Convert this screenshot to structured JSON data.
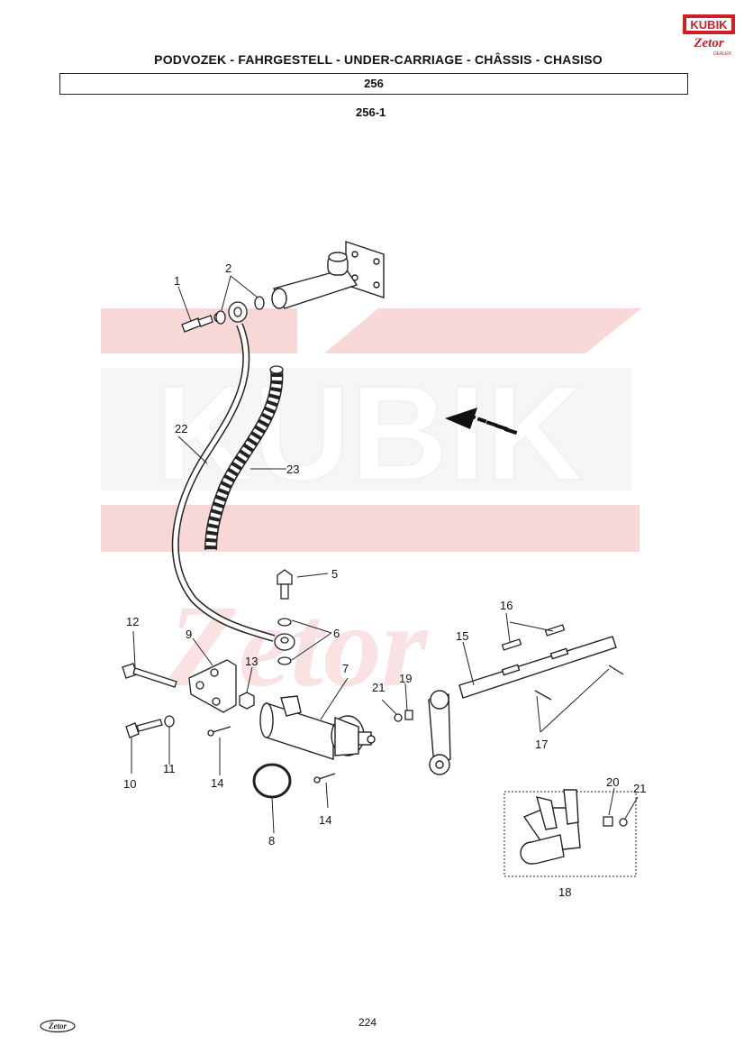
{
  "header": {
    "title": "PODVOZEK - FAHRGESTELL - UNDER-CARRIAGE - CHÂSSIS - CHASISO",
    "section": "256",
    "subsection": "256-1"
  },
  "logo": {
    "top_text": "KUBIK",
    "bottom_text": "Zetor",
    "dealer_text": "DEALER",
    "color": "#d21f26"
  },
  "watermark": {
    "text": "KUBIK",
    "script_text": "Zetor",
    "color": "#f4b8b8"
  },
  "labels": {
    "p1": "1",
    "p2": "2",
    "p5": "5",
    "p6": "6",
    "p7": "7",
    "p8": "8",
    "p9": "9",
    "p10": "10",
    "p11": "11",
    "p12": "12",
    "p13": "13",
    "p14a": "14",
    "p14b": "14",
    "p15": "15",
    "p16": "16",
    "p17": "17",
    "p18": "18",
    "p19": "19",
    "p20": "20",
    "p21a": "21",
    "p21b": "21",
    "p22": "22",
    "p23": "23"
  },
  "footer": {
    "logo_text": "Zetor",
    "page_number": "224"
  }
}
